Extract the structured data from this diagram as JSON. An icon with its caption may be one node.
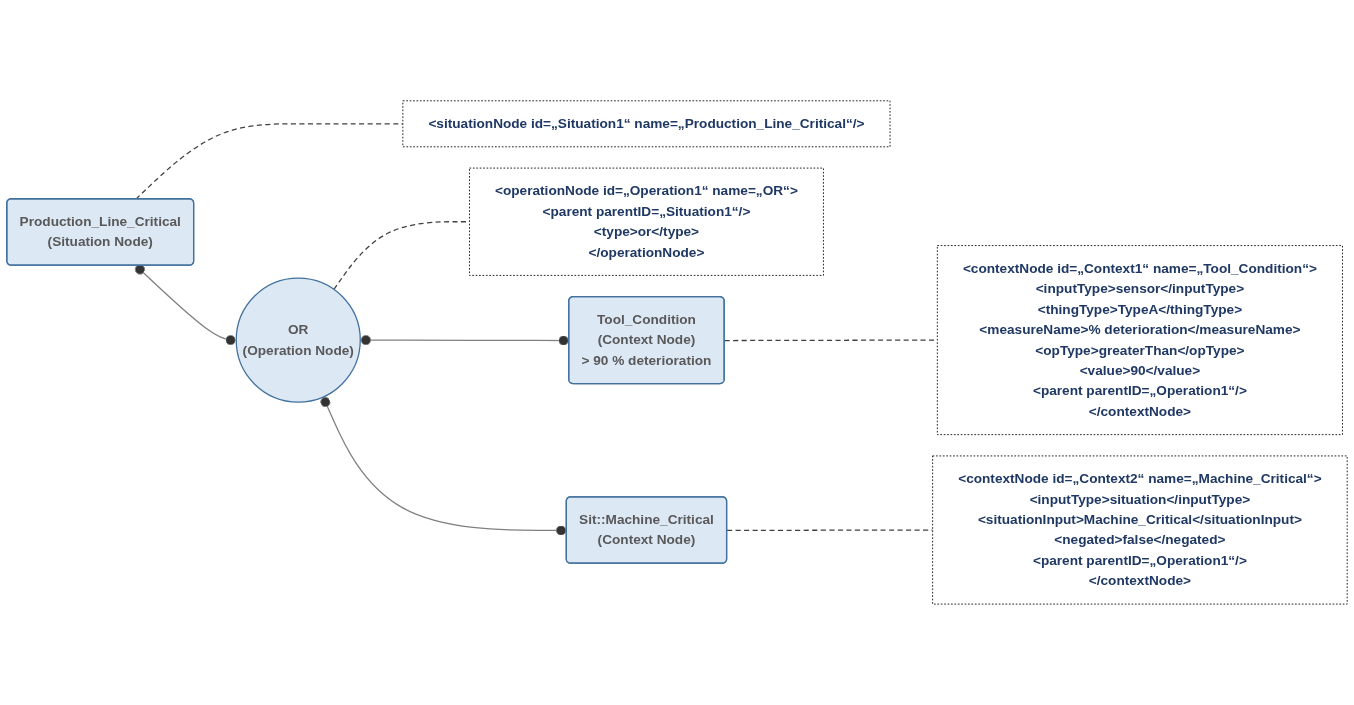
{
  "diagram": {
    "nodes": [
      {
        "text": [
          "Production_Line_Critical",
          "(Situation Node)"
        ]
      },
      {
        "text": [
          "<situationNode id=„Situation1“ name=„Production_Line_Critical“/>"
        ]
      },
      {
        "text": [
          "OR",
          "(Operation Node)"
        ]
      },
      {
        "text": [
          "<operationNode id=„Operation1“ name=„OR“>",
          "<parent parentID=„Situation1“/>",
          "<type>or</type>",
          "</operationNode>"
        ]
      },
      {
        "text": [
          "Tool_Condition",
          "(Context Node)",
          "> 90 % deterioration"
        ]
      },
      {
        "text": [
          "<contextNode id=„Context1“ name=„Tool_Condition“>",
          "<inputType>sensor</inputType>",
          "<thingType>TypeA</thingType>",
          "<measureName>% deterioration</measureName>",
          "<opType>greaterThan</opType>",
          "<value>90</value>",
          "<parent parentID=„Operation1“/>",
          "</contextNode>"
        ]
      },
      {
        "text": [
          "Sit::Machine_Critical",
          "(Context Node)"
        ]
      },
      {
        "text": [
          "<contextNode id=„Context2“ name=„Machine_Critical“>",
          "<inputType>situation</inputType>",
          "<situationInput>Machine_Critical</situationInput>",
          "<negated>false</negated>",
          "<parent parentID=„Operation1“/>",
          "</contextNode>"
        ]
      }
    ],
    "edges": [
      {
        "from": 0,
        "to": 1,
        "arrow": "none",
        "style": "dashed"
      },
      {
        "from": 0,
        "to": 2,
        "arrow": "other",
        "color": "#808080"
      },
      {
        "from": 2,
        "to": 3,
        "arrow": "none",
        "style": "dashed"
      },
      {
        "from": 2,
        "to": 4,
        "arrow": "other",
        "color": "#808080"
      },
      {
        "from": 2,
        "to": 6,
        "arrow": "other",
        "color": "#808080"
      },
      {
        "from": 4,
        "to": 5,
        "arrow": "none",
        "style": "dashed"
      },
      {
        "from": 6,
        "to": 7,
        "arrow": "none",
        "style": "dashed"
      }
    ]
  }
}
